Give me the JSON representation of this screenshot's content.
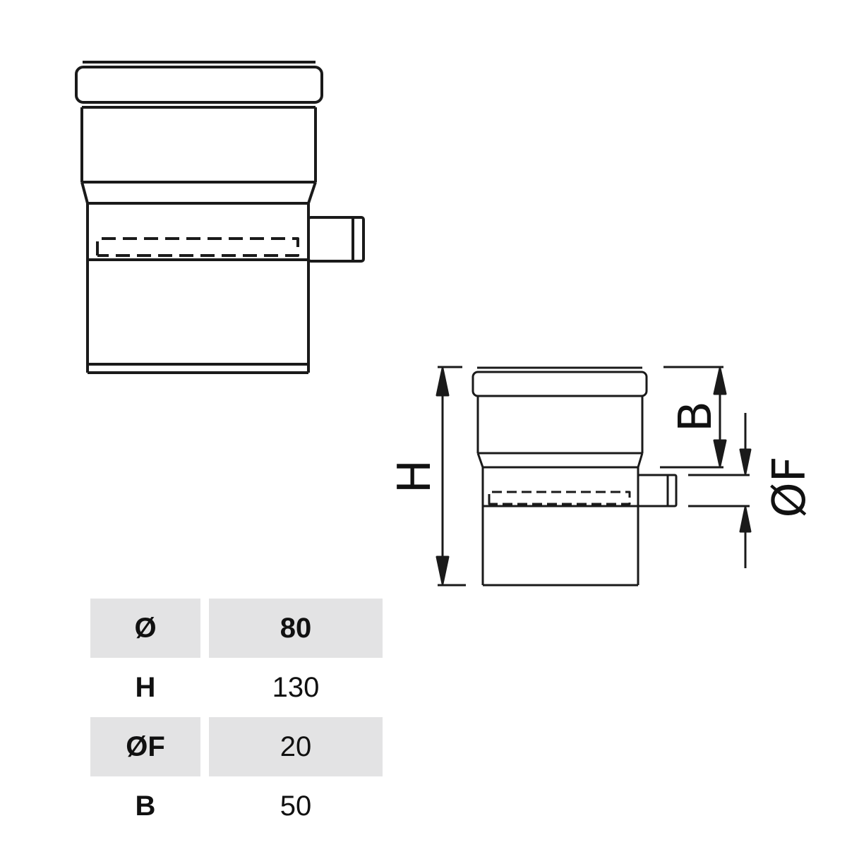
{
  "dimension_labels": {
    "height": "H",
    "offset": "B",
    "nozzle_diameter": "ØF"
  },
  "spec_table": {
    "header": {
      "key": "Ø",
      "value": "80"
    },
    "rows": [
      {
        "key": "H",
        "value": "130"
      },
      {
        "key": "ØF",
        "value": "20"
      },
      {
        "key": "B",
        "value": "50"
      }
    ]
  },
  "colors": {
    "line": "#1a1a1a",
    "table_shade": "#e3e3e4"
  }
}
